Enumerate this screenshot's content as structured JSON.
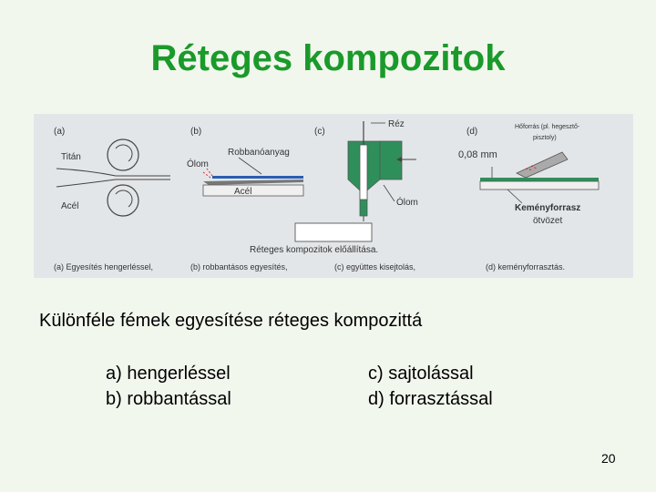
{
  "slide": {
    "title": "Réteges kompozitok",
    "subtitle": "Különféle fémek egyesítése réteges kompozittá",
    "items": [
      "a) hengerléssel",
      "b) robbantással",
      "c) sajtolással",
      "d) forrasztással"
    ],
    "page_number": "20"
  },
  "figure": {
    "panel_labels": [
      "(a)",
      "(b)",
      "(c)",
      "(d)"
    ],
    "labels": {
      "titan": "Titán",
      "acel_a": "Acél",
      "olom_b": "Ólom",
      "robbanoanyag": "Robbanóanyag",
      "acel_b": "Acél",
      "rez": "Réz",
      "olom_c": "Ólom",
      "hoforras": "Hőforrás (pl. hegesztő-",
      "hoforras2": "pisztoly)",
      "thickness": "0,08 mm",
      "kemenyforrasz": "Keményforrasz",
      "otvozet": "ötvözet"
    },
    "caption": "Réteges kompozitok előállítása.",
    "captions": [
      "(a) Egyesítés hengerléssel,",
      "(b) robbantásos egyesítés,",
      "(c) együttes kisejtolás,",
      "(d) keményforrasztás."
    ],
    "colors": {
      "green": "#2f8f5a",
      "blue": "#2a5db0",
      "red": "#d03030"
    }
  }
}
